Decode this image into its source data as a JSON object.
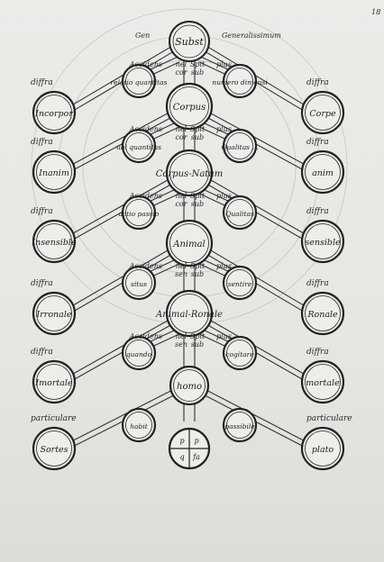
{
  "folio": "18",
  "top": {
    "left": "Gen",
    "right": "Generalissimum",
    "center": "Subst"
  },
  "center_nodes": [
    "Corpus",
    "Corpus-Natum",
    "Animal",
    "Animal-Ronale",
    "homo"
  ],
  "center_small": [
    [
      "nel",
      "cor"
    ],
    [
      "nel",
      "cor"
    ],
    [
      "nel",
      "cor"
    ],
    [
      "nel",
      "sen"
    ],
    [
      "nel",
      "sen"
    ]
  ],
  "center_small_right": [
    [
      "Spit",
      "sub"
    ],
    [
      "Spit",
      "sub"
    ],
    [
      "Spit",
      "sub"
    ],
    [
      "Spit",
      "sub"
    ],
    [
      "Spit",
      "sub"
    ]
  ],
  "accidens_labels": [
    "Accidens",
    "Accidens",
    "Accidens",
    "Accidens",
    "Accidens"
  ],
  "plus_labels": [
    "plus",
    "plus",
    "plus",
    "plus",
    "plus"
  ],
  "left_nodes": [
    "Incorpor",
    "Inanim",
    "Insensible",
    "Irronale",
    "Imortale",
    "Sortes"
  ],
  "right_nodes": [
    "Corpe",
    "anim",
    "sensible",
    "Ronale",
    "mortale",
    "plato"
  ],
  "left_labels": [
    "diffra",
    "diffra",
    "diffra",
    "diffra",
    "diffra",
    "particulare"
  ],
  "right_labels": [
    "diffra",
    "diffra",
    "diffra",
    "diffra",
    "diffra",
    "particulare"
  ],
  "accident_nodes_left": [
    "relatio quantitas",
    "ubi quantitas",
    "actio passio",
    "situs",
    "quando",
    "habit"
  ],
  "accident_nodes_right": [
    "numero dimensi",
    "Qualitas ...",
    "Qualitas",
    "sentire",
    "cogitare",
    "passibile"
  ],
  "bottom_center_cells": [
    "p",
    "p",
    "q",
    "fa"
  ]
}
